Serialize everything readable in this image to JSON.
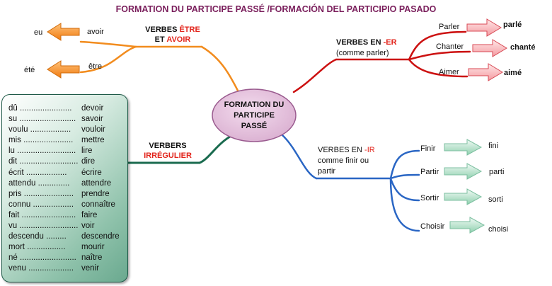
{
  "title": "FORMATION DU PARTICIPE PASSÉ /FORMACIÓN DEL PARTICIPIO PASADO",
  "center": {
    "lines": [
      "FORMATION DU",
      "PARTICIPE",
      "PASSÉ"
    ]
  },
  "colors": {
    "etre_avoir": "#f28c1e",
    "er": "#cc1111",
    "ir": "#2a66c4",
    "irregular": "#1a6b4f",
    "accent_red": "#e2231a",
    "title": "#7a1f5c"
  },
  "etre_avoir": {
    "label_part1": "VERBES ",
    "label_part2": "ÊTRE",
    "label_part3": "ET ",
    "label_part4": "AVOIR",
    "verbs": [
      {
        "infinitive": "avoir",
        "participle": "eu"
      },
      {
        "infinitive": "être",
        "participle": "été"
      }
    ]
  },
  "er": {
    "label_part1": "VERBES EN ",
    "label_part2": "-ER",
    "sublabel": "(comme parler)",
    "verbs": [
      {
        "infinitive": "Parler",
        "participle": "parlé"
      },
      {
        "infinitive": "Chanter",
        "participle": "chanté"
      },
      {
        "infinitive": "Aimer",
        "participle": "aimé"
      }
    ]
  },
  "ir": {
    "label_part1": "VERBES EN ",
    "label_part2": "-IR",
    "sublabel_line1": "comme finir ou",
    "sublabel_line2": "partir",
    "verbs": [
      {
        "infinitive": "Finir",
        "participle": "fini"
      },
      {
        "infinitive": "Partir",
        "participle": "parti"
      },
      {
        "infinitive": "Sortir",
        "participle": "sorti"
      },
      {
        "infinitive": "Choisir",
        "participle": "choisi"
      }
    ]
  },
  "irregular": {
    "label_line1": "VERBERS",
    "label_line2": "IRRÉGULIER",
    "verbs": [
      {
        "participle": "dû .......................",
        "infinitive": "devoir"
      },
      {
        "participle": "su .........................",
        "infinitive": "savoir"
      },
      {
        "participle": "voulu ..................",
        "infinitive": "vouloir"
      },
      {
        "participle": "mis ......................",
        "infinitive": "mettre"
      },
      {
        "participle": "lu ..........................",
        "infinitive": "lire"
      },
      {
        "participle": "dit ..........................",
        "infinitive": "dire"
      },
      {
        "participle": "écrit ..................",
        "infinitive": "écrire"
      },
      {
        "participle": "attendu ..............",
        "infinitive": "attendre"
      },
      {
        "participle": "pris ......................",
        "infinitive": "prendre"
      },
      {
        "participle": "connu ..................",
        "infinitive": "connaître"
      },
      {
        "participle": "fait ........................",
        "infinitive": "faire"
      },
      {
        "participle": "vu ..........................",
        "infinitive": "voir"
      },
      {
        "participle": "descendu .........",
        "infinitive": "descendre"
      },
      {
        "participle": "mort .................",
        "infinitive": "mourir"
      },
      {
        "participle": "né .........................",
        "infinitive": "naître"
      },
      {
        "participle": "venu ....................",
        "infinitive": "venir"
      }
    ]
  }
}
